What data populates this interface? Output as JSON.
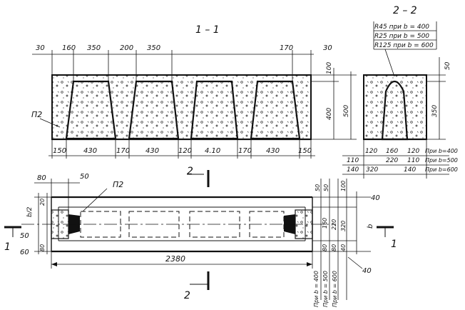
{
  "section_labels": {
    "s11": "1 – 1",
    "s22": "2 – 2"
  },
  "view11": {
    "top_dims": [
      "30",
      "160",
      "350",
      "200",
      "350",
      "170",
      "30"
    ],
    "bottom_dims": [
      "150",
      "430",
      "170",
      "430",
      "120",
      "4.10",
      "170",
      "430",
      "150"
    ],
    "right_dims": [
      "100",
      "400",
      "500"
    ],
    "label": "П2"
  },
  "view22": {
    "radius_notes": [
      "R45 при b = 400",
      "R25 при b = 500",
      "R125 при b = 600"
    ],
    "dims": [
      "50",
      "350"
    ],
    "bottom_rows": [
      {
        "dims": [
          "120",
          "160",
          "120"
        ],
        "note": "При b=400"
      },
      {
        "dims": [
          "110",
          "220",
          "110"
        ],
        "note": "При b=500"
      },
      {
        "dims": [
          "140",
          "320",
          "140"
        ],
        "note": "При b=600"
      }
    ]
  },
  "plan": {
    "dims_top": [
      "80",
      "50"
    ],
    "label": "П2",
    "left_dims": [
      "b/2",
      "20",
      "50",
      "60",
      "80"
    ],
    "length": "2380",
    "right_dims": [
      "50",
      "50",
      "100",
      "40",
      "b",
      "40"
    ],
    "right_inner": [
      "160",
      "220",
      "320",
      "80",
      "80",
      "40"
    ],
    "vertical_notes": [
      "При b = 400",
      "При b = 500",
      "При b = 600"
    ],
    "section_marks": [
      "1",
      "1",
      "2",
      "2"
    ]
  }
}
